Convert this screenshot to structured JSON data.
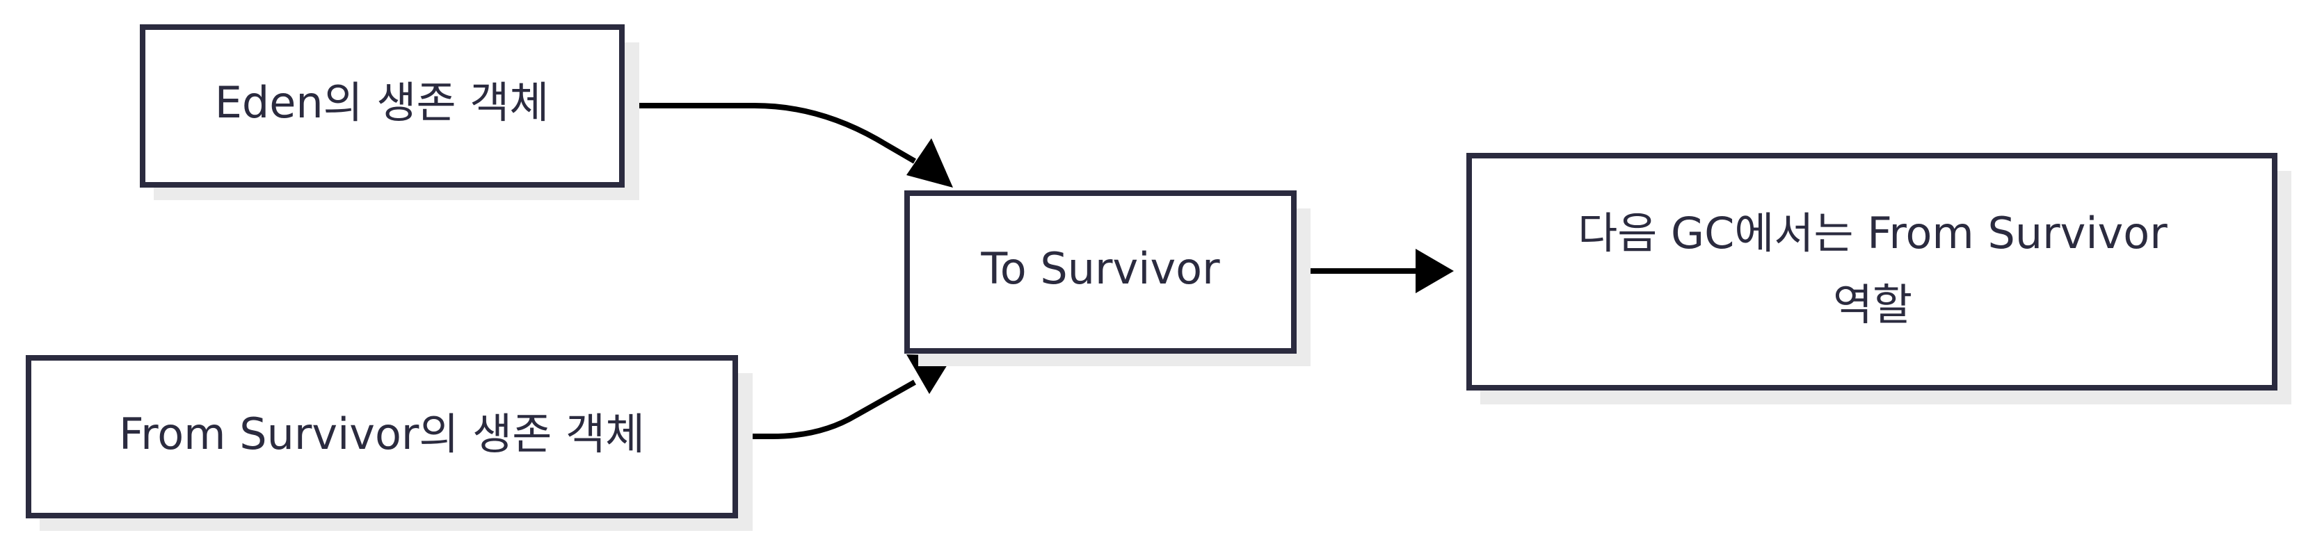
{
  "nodes": {
    "eden": {
      "label": "Eden의 생존 객체"
    },
    "from_survivor": {
      "label": "From Survivor의 생존 객체"
    },
    "to_survivor": {
      "label": "To Survivor"
    },
    "next_gc": {
      "lines": [
        "다음 GC에서는 From Survivor",
        "역할"
      ]
    }
  },
  "edges": [
    {
      "from": "eden",
      "to": "to_survivor"
    },
    {
      "from": "from_survivor",
      "to": "to_survivor"
    },
    {
      "from": "to_survivor",
      "to": "next_gc"
    }
  ],
  "colors": {
    "node_border": "#2b2b3f",
    "node_text": "#2b2b3f",
    "node_shadow": "#ebebeb",
    "edge": "#000000"
  }
}
